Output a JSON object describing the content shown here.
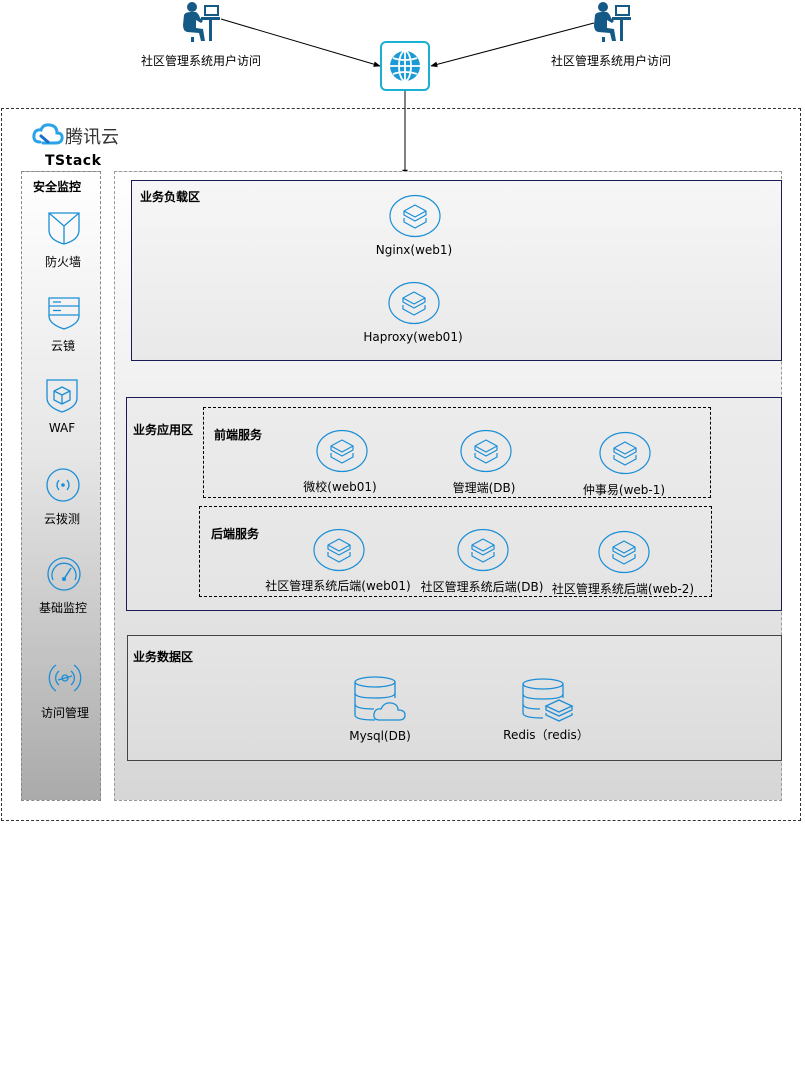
{
  "users": {
    "left_label": "社区管理系统用户访问",
    "right_label": "社区管理系统用户访问"
  },
  "cloud": {
    "logo_text": "腾讯云",
    "platform": "TStack"
  },
  "security": {
    "title": "安全监控",
    "items": [
      {
        "label": "防火墙",
        "icon": "firewall-icon"
      },
      {
        "label": "云镜",
        "icon": "cloud-mirror-icon"
      },
      {
        "label": "WAF",
        "icon": "waf-icon"
      },
      {
        "label": "云拨测",
        "icon": "cloud-probe-icon"
      },
      {
        "label": "基础监控",
        "icon": "gauge-icon"
      },
      {
        "label": "访问管理",
        "icon": "access-management-icon"
      }
    ]
  },
  "zones": {
    "load": {
      "title": "业务负载区",
      "nodes": [
        "Nginx(web1)",
        "Haproxy(web01)"
      ]
    },
    "app": {
      "title": "业务应用区",
      "frontend": {
        "title": "前端服务",
        "nodes": [
          "微校(web01)",
          "管理端(DB)",
          "仲事易(web-1)"
        ]
      },
      "backend": {
        "title": "后端服务",
        "nodes": [
          "社区管理系统后端(web01)",
          "社区管理系统后端(DB)",
          "社区管理系统后端(web-2)"
        ]
      }
    },
    "data": {
      "title": "业务数据区",
      "nodes": [
        "Mysql(DB)",
        "Redis（redis）"
      ]
    }
  },
  "colors": {
    "accent_blue": "#1b8ed6",
    "globe_border": "#19b0d1",
    "user_figure": "#155a87",
    "zone_border": "#1a1a55"
  }
}
